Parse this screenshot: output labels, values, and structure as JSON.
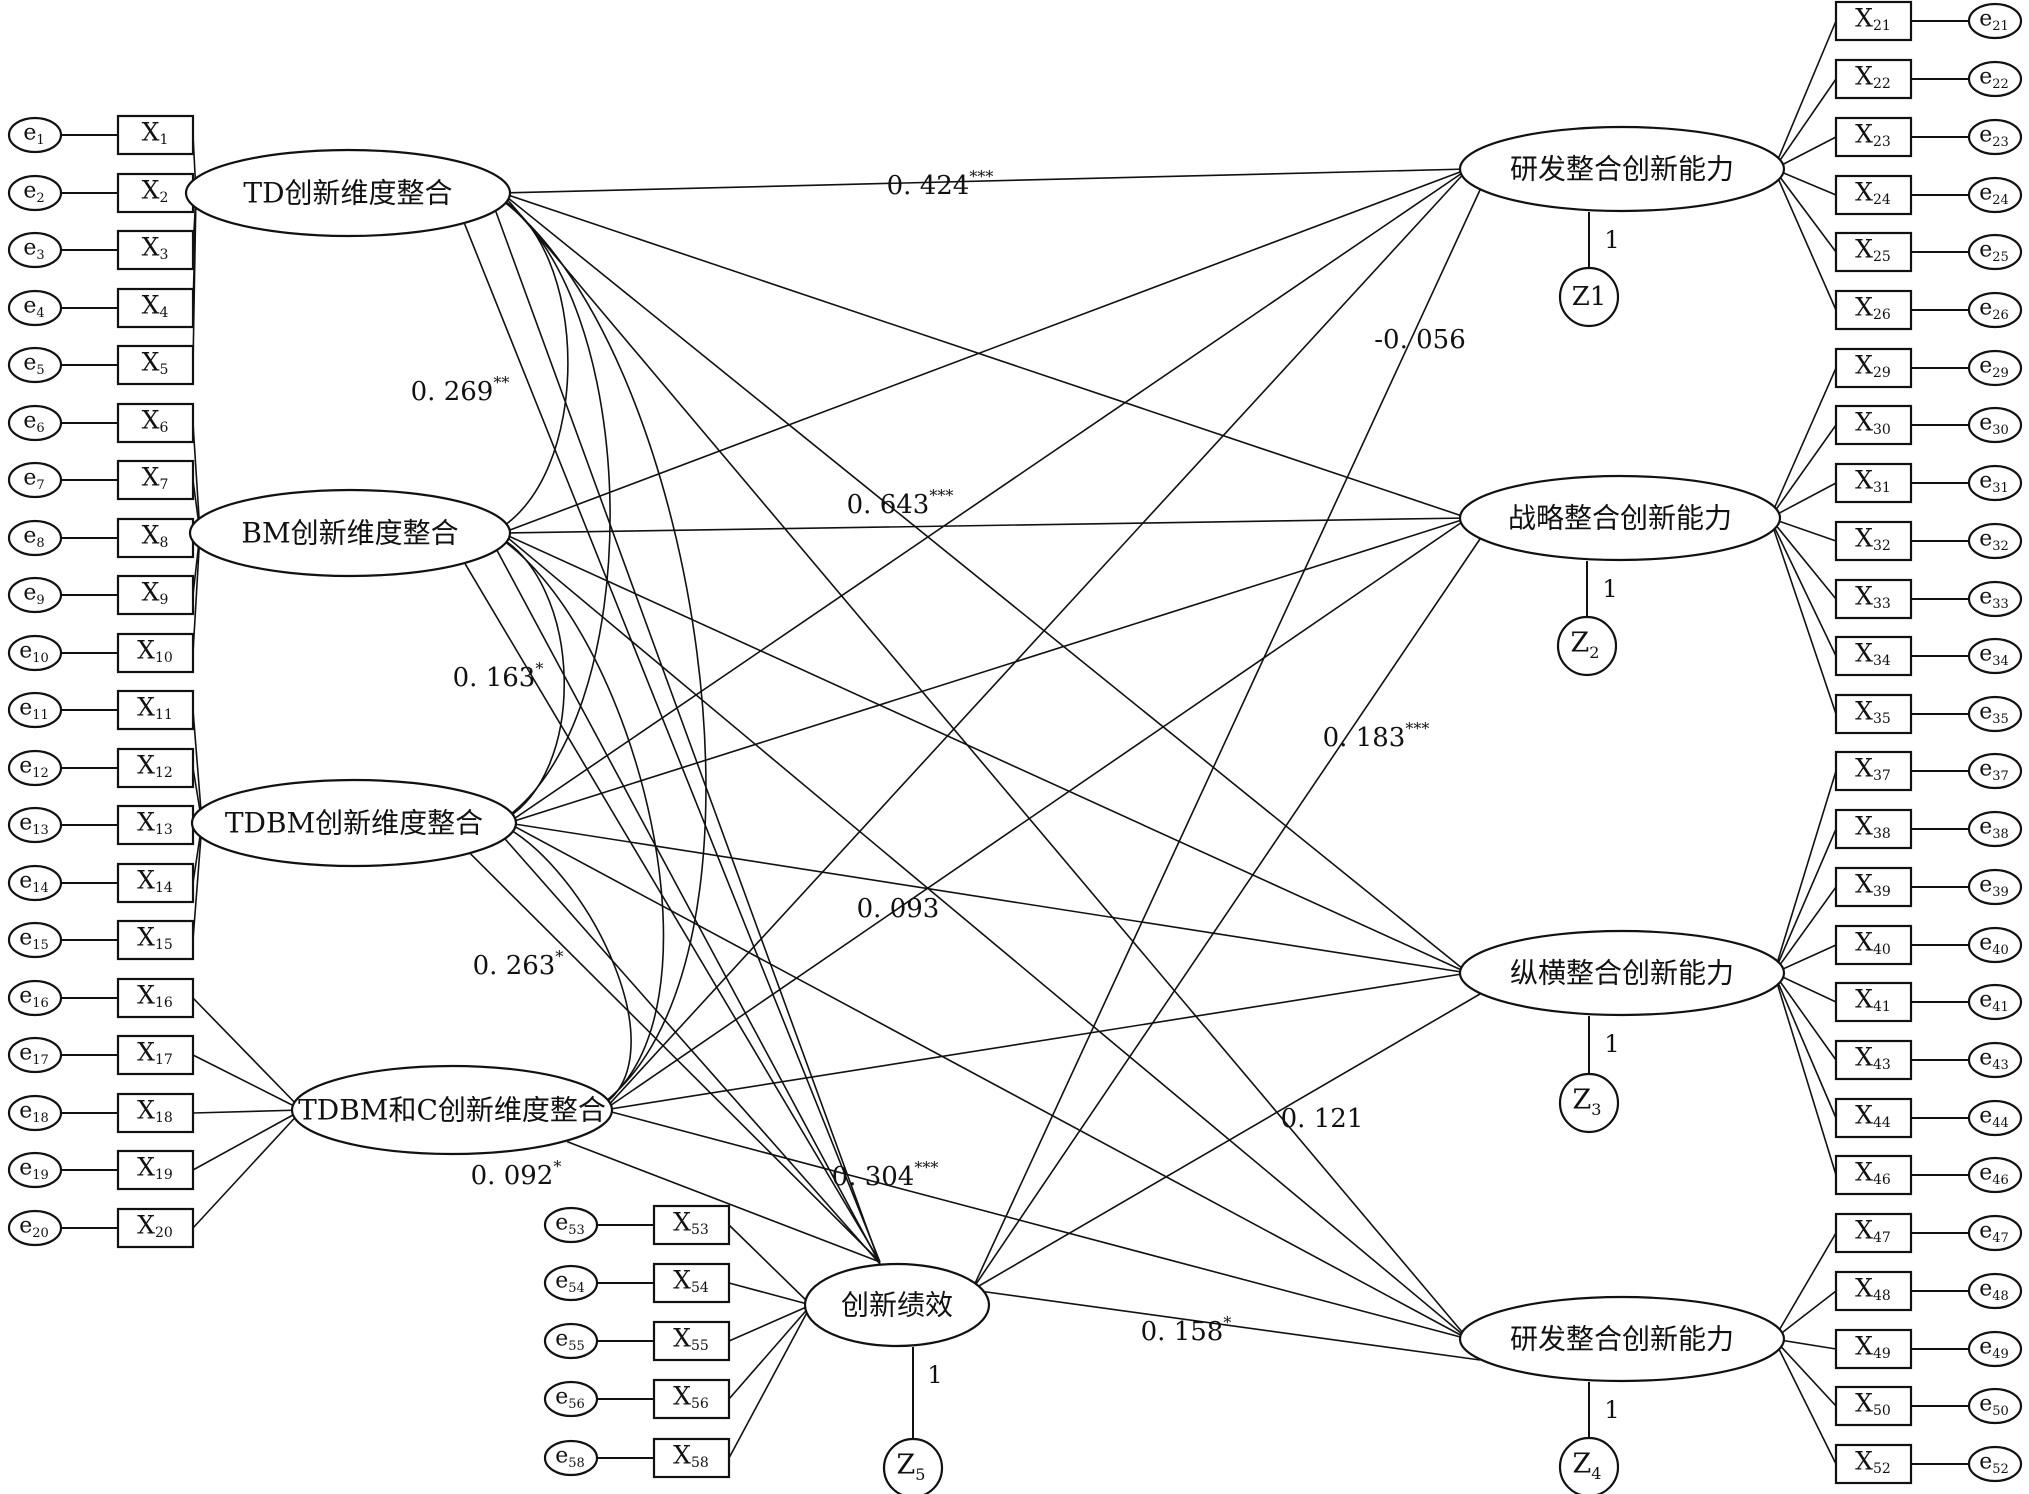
{
  "latent_left": [
    "TD创新维度整合",
    "BM创新维度整合",
    "TDBM创新维度整合",
    "TDBM和C创新维度整合"
  ],
  "latent_right": [
    "研发整合创新能力",
    "战略整合创新能力",
    "纵横整合创新能力",
    "研发整合创新能力"
  ],
  "latent_center": "创新绩效",
  "disturbances": [
    {
      "base": "Z",
      "sub": "1",
      "inline": true
    },
    {
      "base": "Z",
      "sub": "2",
      "inline": false
    },
    {
      "base": "Z",
      "sub": "3",
      "inline": false
    },
    {
      "base": "Z",
      "sub": "4",
      "inline": false
    },
    {
      "base": "Z",
      "sub": "5",
      "inline": false
    }
  ],
  "loading_label": "1",
  "indicators_left": [
    "1",
    "2",
    "3",
    "4",
    "5",
    "6",
    "7",
    "8",
    "9",
    "10",
    "11",
    "12",
    "13",
    "14",
    "15",
    "16",
    "17",
    "18",
    "19",
    "20"
  ],
  "indicators_bottom": [
    "53",
    "54",
    "55",
    "56",
    "58"
  ],
  "indicators_right": [
    [
      "21",
      "22",
      "23",
      "24",
      "25",
      "26"
    ],
    [
      "29",
      "30",
      "31",
      "32",
      "33",
      "34",
      "35"
    ],
    [
      "37",
      "38",
      "39",
      "40",
      "41",
      "43",
      "44",
      "46"
    ],
    [
      "47",
      "48",
      "49",
      "50",
      "52"
    ]
  ],
  "path_coefficients": [
    {
      "value": "0. 424",
      "sig": "***"
    },
    {
      "value": "0. 269",
      "sig": "**"
    },
    {
      "value": "0. 643",
      "sig": "***"
    },
    {
      "value": "0. 163",
      "sig": "*"
    },
    {
      "value": "0. 263",
      "sig": "*"
    },
    {
      "value": "0. 093",
      "sig": ""
    },
    {
      "value": "0. 092",
      "sig": "*"
    },
    {
      "value": "0. 304",
      "sig": "***"
    },
    {
      "value": "0. 158",
      "sig": "*"
    },
    {
      "value": "0. 121",
      "sig": ""
    },
    {
      "value": "0. 183",
      "sig": "***"
    },
    {
      "value": "-0. 056",
      "sig": ""
    }
  ]
}
